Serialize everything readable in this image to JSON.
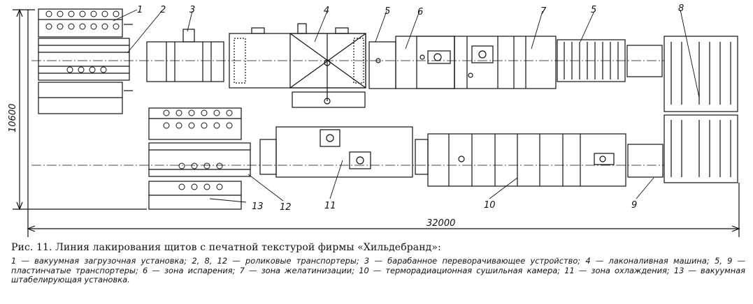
{
  "figure": {
    "callouts": [
      "1",
      "2",
      "3",
      "4",
      "5",
      "6",
      "7",
      "5",
      "8",
      "9",
      "10",
      "11",
      "12",
      "13"
    ],
    "dim_length": "32000",
    "dim_width": "10600"
  },
  "caption": {
    "title": "Рис. 11. Линия лакирования щитов с печатной текстурой фирмы «Хильдебранд»:",
    "legend": "1 — вакуумная загрузочная установка; 2, 8, 12 — роликовые транспортеры; 3 — барабанное переворачивающее устройство; 4 — лаконаливная машина; 5, 9 — пластинчатые транспортеры; 6 — зона испарения; 7 — зона желатинизации; 10 — терморадиационная сушильная камера; 11 — зона охлаждения; 13 — вакуумная штабелирующая установка."
  }
}
